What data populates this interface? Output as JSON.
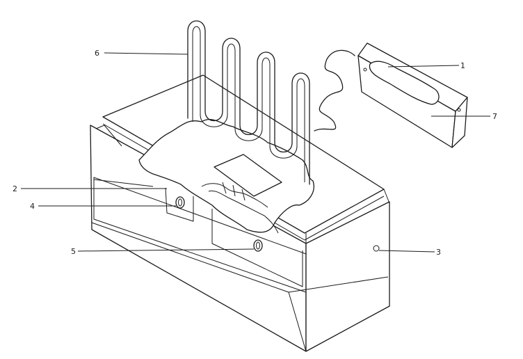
{
  "diagram": {
    "callouts": {
      "element": "6",
      "gasket": "1",
      "box": "7",
      "bracket": "2",
      "limit_switch_upper": "4",
      "limit_switch_lower": "5",
      "screw": "3"
    }
  }
}
